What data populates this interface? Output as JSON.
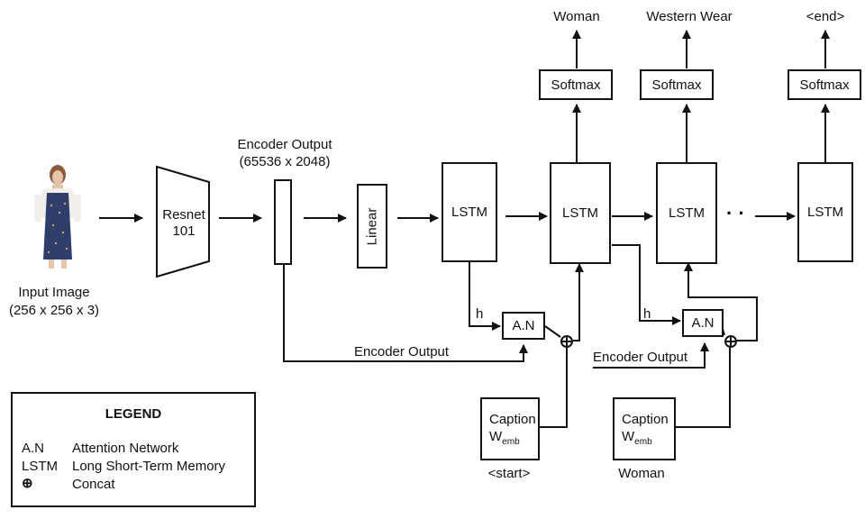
{
  "labels": {
    "input_image": "Input Image",
    "input_dims": "(256 x 256 x 3)",
    "resnet_line1": "Resnet",
    "resnet_line2": "101",
    "encoder_output_title": "Encoder Output",
    "encoder_output_dims": "(65536 x 2048)",
    "linear": "Linear",
    "lstm": "LSTM",
    "softmax": "Softmax",
    "an": "A.N",
    "h": "h",
    "encoder_output": "Encoder Output",
    "caption": "Caption",
    "w": "W",
    "w_sub": "emb",
    "ellipsis": "· ·"
  },
  "outputs": [
    "Woman",
    "Western Wear",
    "<end>"
  ],
  "caption_inputs": [
    "<start>",
    "Woman"
  ],
  "legend": {
    "title": "LEGEND",
    "items": [
      {
        "abbr": "A.N",
        "desc": "Attention Network"
      },
      {
        "abbr": "LSTM",
        "desc": "Long Short-Term Memory"
      },
      {
        "abbr": "⊕",
        "desc": "Concat"
      }
    ]
  }
}
